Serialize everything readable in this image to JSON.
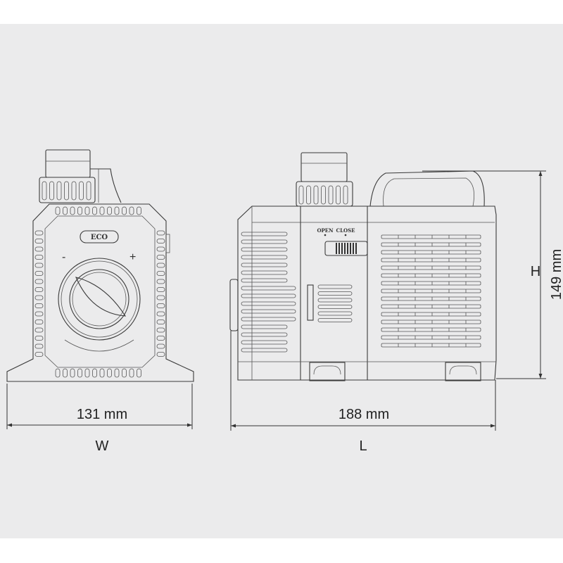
{
  "dimensions": {
    "width": {
      "value": "131 mm",
      "letter": "W"
    },
    "length": {
      "value": "188 mm",
      "letter": "L"
    },
    "height": {
      "value": "149 mm",
      "letter": "H"
    }
  },
  "front_view": {
    "badge": "ECO",
    "minus": "-",
    "plus": "+"
  },
  "side_view": {
    "open_label": "OPEN",
    "close_label": "CLOSE"
  },
  "colors": {
    "background": "#ebebec",
    "line": "#3a3a3a"
  }
}
